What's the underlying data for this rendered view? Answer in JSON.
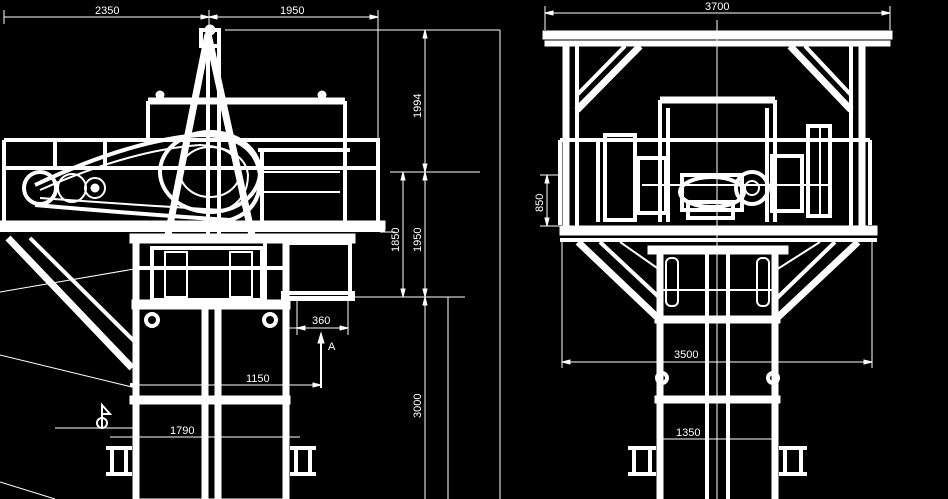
{
  "dimensions": {
    "left_top_left": "2350",
    "left_top_right": "1950",
    "left_vert_upper": "1994",
    "left_vert_mid_a": "1850",
    "left_vert_mid_b": "1950",
    "left_vert_lower": "3000",
    "left_h_360": "360",
    "left_h_1150": "1150",
    "left_h_1790": "1790",
    "right_top": "3700",
    "right_vert": "850",
    "right_h_3500": "3500",
    "right_h_1350": "1350"
  },
  "labels": {
    "section_marker": "A"
  },
  "colors": {
    "background": "#000000",
    "line": "#ffffff"
  }
}
